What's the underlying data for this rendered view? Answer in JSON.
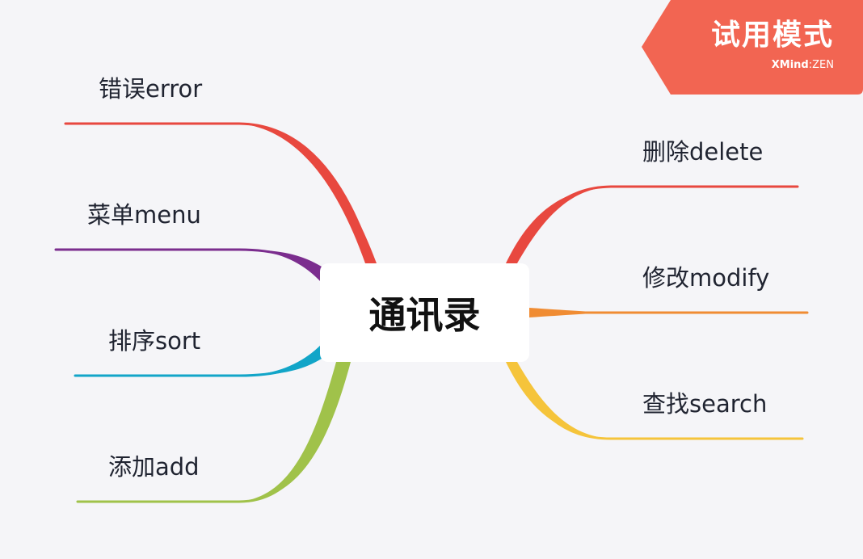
{
  "central": {
    "title": "通讯录"
  },
  "branches": {
    "left": [
      {
        "label": "错误error",
        "color": "#e8483f"
      },
      {
        "label": "菜单menu",
        "color": "#7b2d8e"
      },
      {
        "label": "排序sort",
        "color": "#12a5c8"
      },
      {
        "label": "添加add",
        "color": "#a0c24a"
      }
    ],
    "right": [
      {
        "label": "删除delete",
        "color": "#e8483f"
      },
      {
        "label": "修改modify",
        "color": "#f08c33"
      },
      {
        "label": "查找search",
        "color": "#f5c43b"
      }
    ]
  },
  "trial_badge": {
    "title": "试用模式",
    "brand_left": "XMind",
    "brand_separator": ":",
    "brand_right": "ZEN",
    "color": "#f26552"
  }
}
